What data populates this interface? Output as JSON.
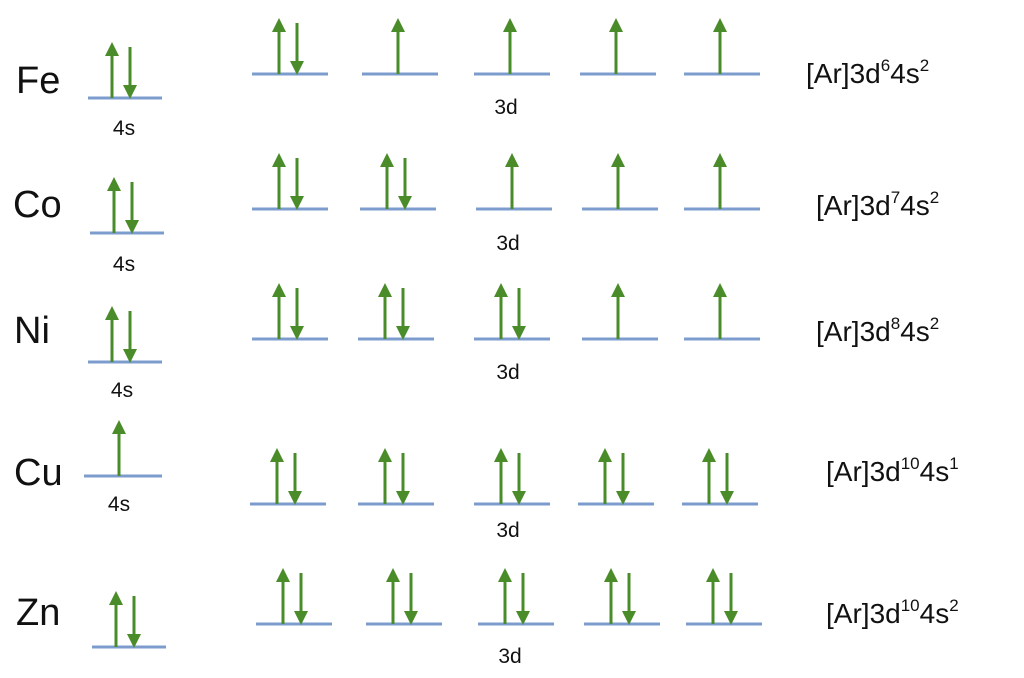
{
  "colors": {
    "arrow": "#4a8c2a",
    "level": "#7b9ccd"
  },
  "rows": [
    {
      "element": "Fe",
      "s": {
        "label": "4s",
        "electrons": 2
      },
      "d": {
        "label": "3d",
        "electrons": [
          2,
          1,
          1,
          1,
          1
        ]
      },
      "config": {
        "core": "[Ar]",
        "d_orbital": "3d",
        "d_count": "6",
        "s_orbital": "4s",
        "s_count": "2"
      }
    },
    {
      "element": "Co",
      "s": {
        "label": "4s",
        "electrons": 2
      },
      "d": {
        "label": "3d",
        "electrons": [
          2,
          2,
          1,
          1,
          1
        ]
      },
      "config": {
        "core": "[Ar]",
        "d_orbital": "3d",
        "d_count": "7",
        "s_orbital": "4s",
        "s_count": "2"
      }
    },
    {
      "element": "Ni",
      "s": {
        "label": "4s",
        "electrons": 2
      },
      "d": {
        "label": "3d",
        "electrons": [
          2,
          2,
          2,
          1,
          1
        ]
      },
      "config": {
        "core": "[Ar]",
        "d_orbital": "3d",
        "d_count": "8",
        "s_orbital": "4s",
        "s_count": "2"
      }
    },
    {
      "element": "Cu",
      "s": {
        "label": "4s",
        "electrons": 1
      },
      "d": {
        "label": "3d",
        "electrons": [
          2,
          2,
          2,
          2,
          2
        ]
      },
      "config": {
        "core": "[Ar]",
        "d_orbital": "3d",
        "d_count": "10",
        "s_orbital": "4s",
        "s_count": "1"
      }
    },
    {
      "element": "Zn",
      "s": {
        "label": "",
        "electrons": 2
      },
      "d": {
        "label": "3d",
        "electrons": [
          2,
          2,
          2,
          2,
          2
        ]
      },
      "config": {
        "core": "[Ar]",
        "d_orbital": "3d",
        "d_count": "10",
        "s_orbital": "4s",
        "s_count": "2"
      }
    }
  ]
}
